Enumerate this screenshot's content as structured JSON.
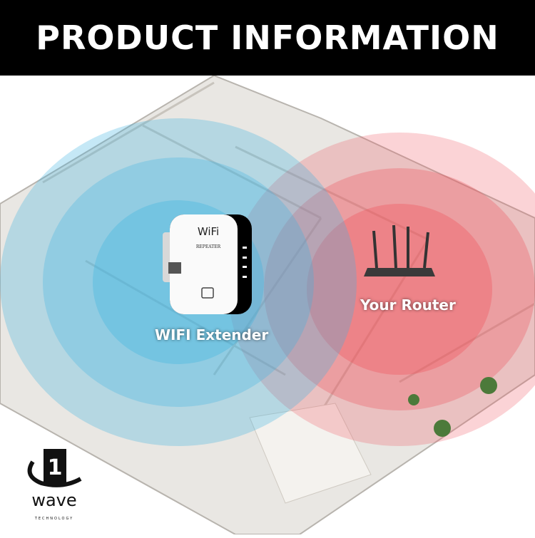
{
  "banner": {
    "title": "PRODUCT INFORMATION"
  },
  "labels": {
    "extender": "WIFI Extender",
    "router": "Your Router"
  },
  "device": {
    "brand": "WiFi",
    "model": "REPEATER"
  },
  "logo": {
    "number": "1",
    "name": "wave",
    "tagline": "TECHNOLOGY"
  },
  "colors": {
    "blue": "#3fb4e0",
    "red": "#f0505a",
    "banner": "#000000"
  }
}
